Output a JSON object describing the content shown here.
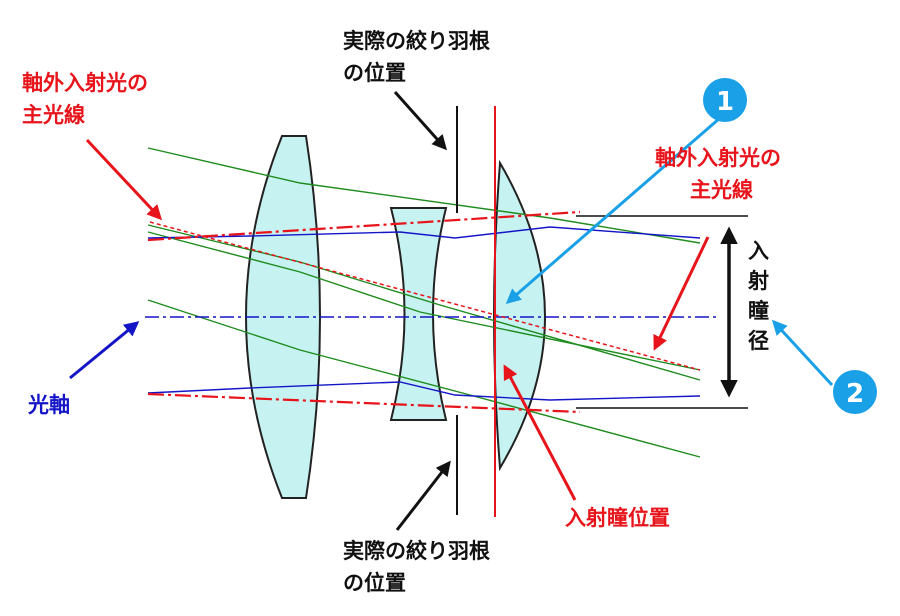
{
  "labels": {
    "stop_top_line1": "実際の絞り羽根",
    "stop_top_line2": "の位置",
    "stop_bottom_line1": "実際の絞り羽根",
    "stop_bottom_line2": "の位置",
    "chief_ray_left_line1": "軸外入射光の",
    "chief_ray_left_line2": "主光線",
    "chief_ray_right_line1": "軸外入射光の",
    "chief_ray_right_line2": "主光線",
    "optical_axis": "光軸",
    "entrance_pupil_position": "入射瞳位置",
    "entrance_pupil_diameter": [
      "入",
      "射",
      "瞳",
      "径"
    ]
  },
  "badges": {
    "one": "1",
    "two": "2"
  },
  "colors": {
    "lens_fill": "#c6f2f2",
    "lens_stroke": "#222222",
    "black": "#111111",
    "red": "#e8141b",
    "blue": "#1515c8",
    "light_blue": "#1aa0e6",
    "green": "#1e8c1e"
  }
}
